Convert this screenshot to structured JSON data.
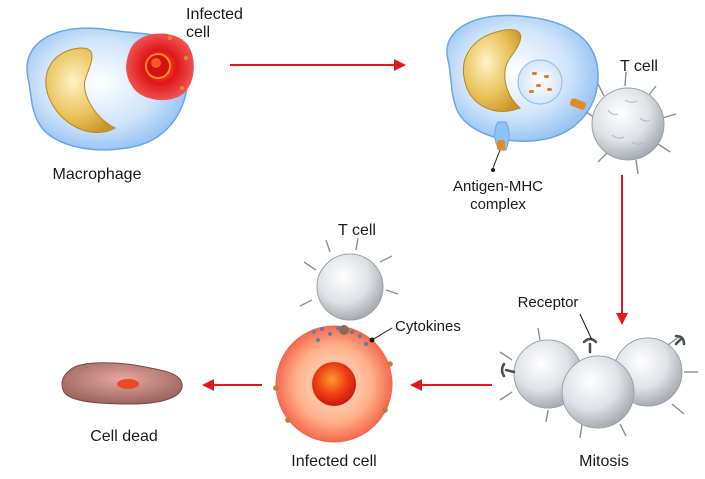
{
  "labels": {
    "infected_cell_top": "Infected\ncell",
    "macrophage": "Macrophage",
    "t_cell_top": "T cell",
    "antigen_mhc": "Antigen-MHC\ncomplex",
    "t_cell_bottom": "T cell",
    "receptor": "Receptor",
    "cytokines": "Cytokines",
    "cell_dead": "Cell dead",
    "infected_cell_bottom": "Infected cell",
    "mitosis": "Mitosis"
  },
  "colors": {
    "arrow": "#e0191c",
    "macrophage_membrane": "#7fb6ee",
    "nucleus": "#e9b93b",
    "infected_core": "#e21d18",
    "t_cell": "#c9ccd2",
    "dead_cell": "#b0706a"
  }
}
